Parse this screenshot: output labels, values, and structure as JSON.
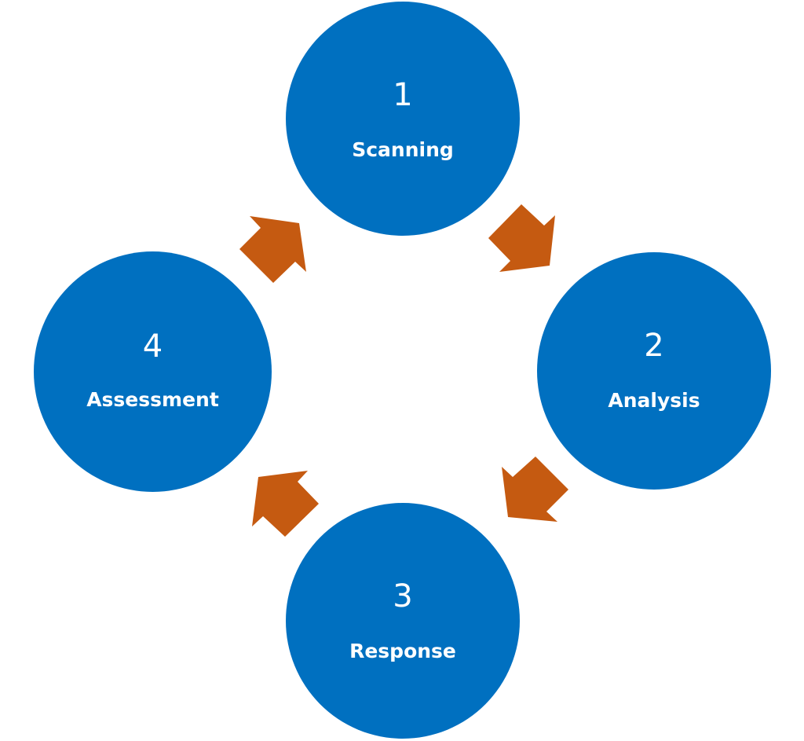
{
  "diagram": {
    "type": "cycle",
    "colors": {
      "circle": "#0070C0",
      "arrow": "#C55A11",
      "text": "#FFFFFF",
      "background": "#FFFFFF"
    },
    "steps": [
      {
        "number": "1",
        "label": "Scanning"
      },
      {
        "number": "2",
        "label": "Analysis"
      },
      {
        "number": "3",
        "label": "Response"
      },
      {
        "number": "4",
        "label": "Assessment"
      }
    ],
    "arrows": [
      {
        "from": "1",
        "to": "2",
        "icon": "arrow-down-right-icon"
      },
      {
        "from": "2",
        "to": "3",
        "icon": "arrow-down-left-icon"
      },
      {
        "from": "3",
        "to": "4",
        "icon": "arrow-up-left-icon"
      },
      {
        "from": "4",
        "to": "1",
        "icon": "arrow-up-right-icon"
      }
    ]
  }
}
